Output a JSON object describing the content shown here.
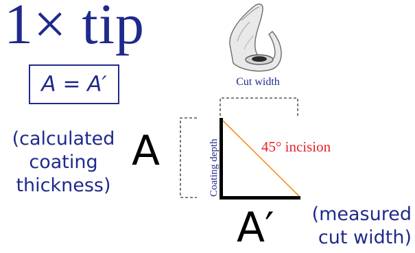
{
  "title": "1× tip",
  "formula": "A = A′",
  "left_caption": [
    "(calculated",
    "coating",
    "thickness)"
  ],
  "right_caption": [
    "(measured",
    "cut width)"
  ],
  "letter_a": "A",
  "letter_a_prime": "A′",
  "cut_width_label": "Cut width",
  "coating_depth_label": "Coating depth",
  "incision_label": "45° incision",
  "colors": {
    "blue_text": "#1f2a8c",
    "incision_line": "#ff8c1a",
    "incision_text": "#e8202a"
  },
  "icons": [
    "tip-illustration-icon"
  ]
}
